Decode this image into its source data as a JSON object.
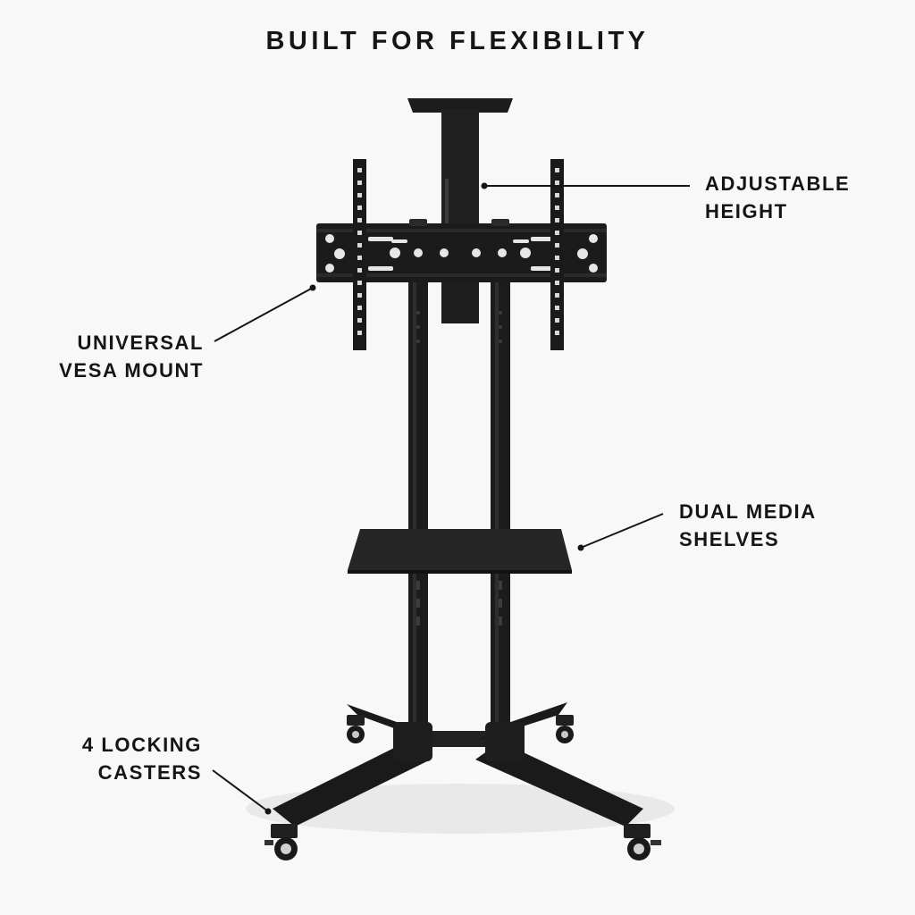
{
  "title": "BUILT FOR FLEXIBILITY",
  "callouts": {
    "adjustable_height": {
      "line1": "ADJUSTABLE",
      "line2": "HEIGHT"
    },
    "vesa_mount": {
      "line1": "UNIVERSAL",
      "line2": "VESA MOUNT"
    },
    "media_shelves": {
      "line1": "DUAL MEDIA",
      "line2": "SHELVES"
    },
    "casters": {
      "line1": "4 LOCKING",
      "line2": "CASTERS"
    }
  },
  "colors": {
    "product": "#1a1a1a",
    "text": "#151515",
    "background": "#f8f8f8"
  }
}
